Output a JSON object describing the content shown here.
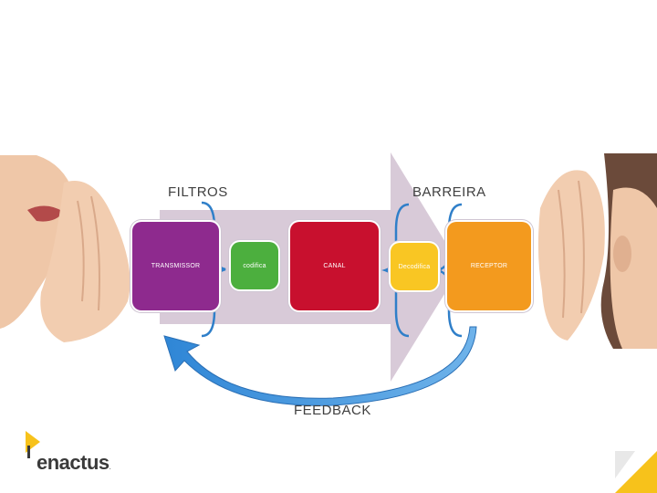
{
  "diagram": {
    "labels": {
      "filtros": "FILTROS",
      "barreira": "BARREIRA",
      "feedback": "FEEDBACK"
    },
    "boxes": [
      {
        "id": "transmissor",
        "label": "TRANSMISSOR",
        "color": "#8e2a8e",
        "text_color": "#ffffff"
      },
      {
        "id": "codifica",
        "label": "codifica",
        "color": "#4caf3e",
        "text_color": "#ffffff"
      },
      {
        "id": "canal",
        "label": "CANAL",
        "color": "#c8102e",
        "text_color": "#ffffff"
      },
      {
        "id": "decodifica",
        "label": "Decodifica",
        "color": "#f9c623",
        "text_color": "#ffffff"
      },
      {
        "id": "receptor",
        "label": "RECEPTOR",
        "color": "#f39a1e",
        "text_color": "#ffffff"
      }
    ],
    "colors": {
      "arrow": "#d8cad8",
      "feedback_arrow": "#3d8fd6",
      "braces": "#2f7fc9"
    }
  },
  "brand": {
    "name": "enactus",
    "suffix": ".",
    "colors": {
      "yellow": "#f7c21b",
      "grey": "#3a3a3a"
    }
  }
}
